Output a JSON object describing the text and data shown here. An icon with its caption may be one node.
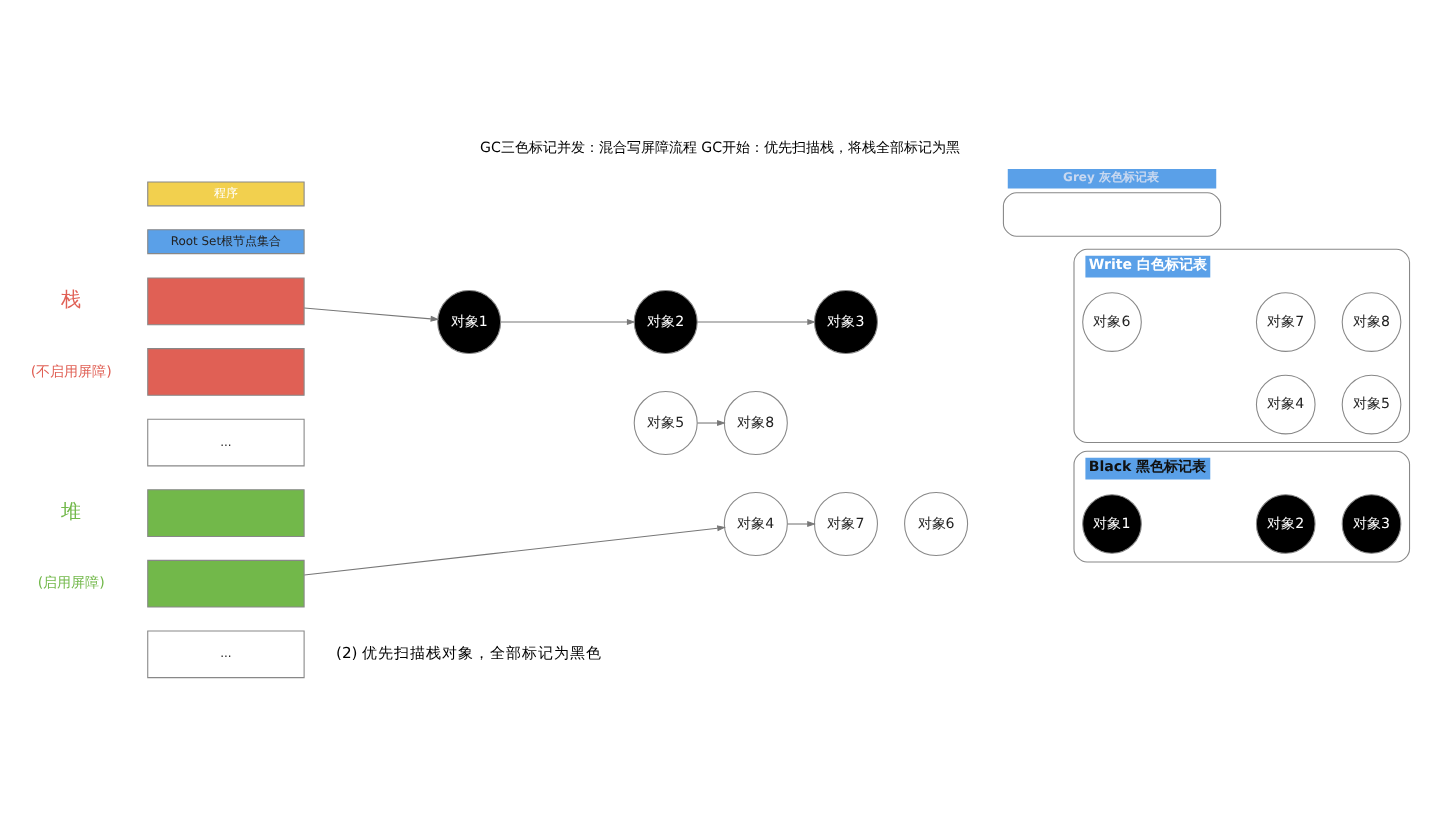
{
  "diagram": {
    "title": "GC三色标记并发：混合写屏障流程 GC开始：优先扫描栈，将栈全部标记为黑",
    "caption": "(2) 优先扫描栈对象，全部标记为黑色",
    "nodes": [
      {
        "text": [
          "程序"
        ]
      },
      {
        "text": [
          "Root Set根节点集合"
        ]
      },
      {
        "text": [],
        "shape": "box"
      },
      {
        "text": [],
        "shape": "box"
      },
      {
        "text": [
          "..."
        ]
      },
      {
        "text": [],
        "shape": "box"
      },
      {
        "text": [],
        "shape": "box"
      },
      {
        "text": [
          "..."
        ]
      },
      {
        "text": [
          "对象1"
        ]
      },
      {
        "text": [
          "对象2"
        ]
      },
      {
        "text": [
          "对象3"
        ]
      },
      {
        "text": [
          "对象5"
        ]
      },
      {
        "text": [
          "对象8"
        ]
      },
      {
        "text": [
          "对象4"
        ]
      },
      {
        "text": [
          "对象7"
        ]
      },
      {
        "text": [
          "对象6"
        ]
      },
      {
        "text": [
          "Write 白色标记表"
        ]
      },
      {
        "text": [
          "对象4"
        ],
        "in": 16
      },
      {
        "text": [
          "对象5"
        ],
        "in": 16
      },
      {
        "text": [
          "对象6"
        ],
        "in": 16
      },
      {
        "text": [
          "对象7"
        ],
        "in": 16
      },
      {
        "text": [
          "对象8"
        ],
        "in": 16
      },
      {
        "text": [
          "Grey 灰色标记表"
        ]
      },
      {
        "text": [
          "Black 黑色标记表"
        ]
      },
      {
        "text": [
          "对象1"
        ],
        "in": 23
      },
      {
        "text": [
          "对象2"
        ],
        "in": 23
      },
      {
        "text": [
          "对象3"
        ],
        "in": 23
      }
    ],
    "edges": [
      {
        "from": 2,
        "to": 8,
        "arrow": "to"
      },
      {
        "from": 8,
        "to": 9,
        "arrow": "to"
      },
      {
        "from": 9,
        "to": 10,
        "arrow": "to"
      },
      {
        "from": 11,
        "to": 12,
        "arrow": "to"
      },
      {
        "from": 6,
        "to": 13,
        "arrow": "to"
      },
      {
        "from": 13,
        "to": 14,
        "arrow": "to"
      }
    ],
    "labels": [
      "栈",
      "(不启用屏障)",
      "堆",
      "(启用屏障)"
    ]
  }
}
